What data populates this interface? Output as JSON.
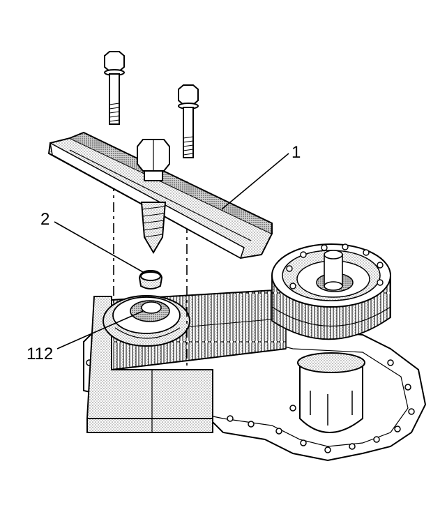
{
  "callouts": {
    "puller_bar": "1",
    "cap": "2",
    "gear": "112"
  },
  "colors": {
    "line": "#000000",
    "fill": "#ffffff",
    "hatch": "#9a9a9a"
  }
}
